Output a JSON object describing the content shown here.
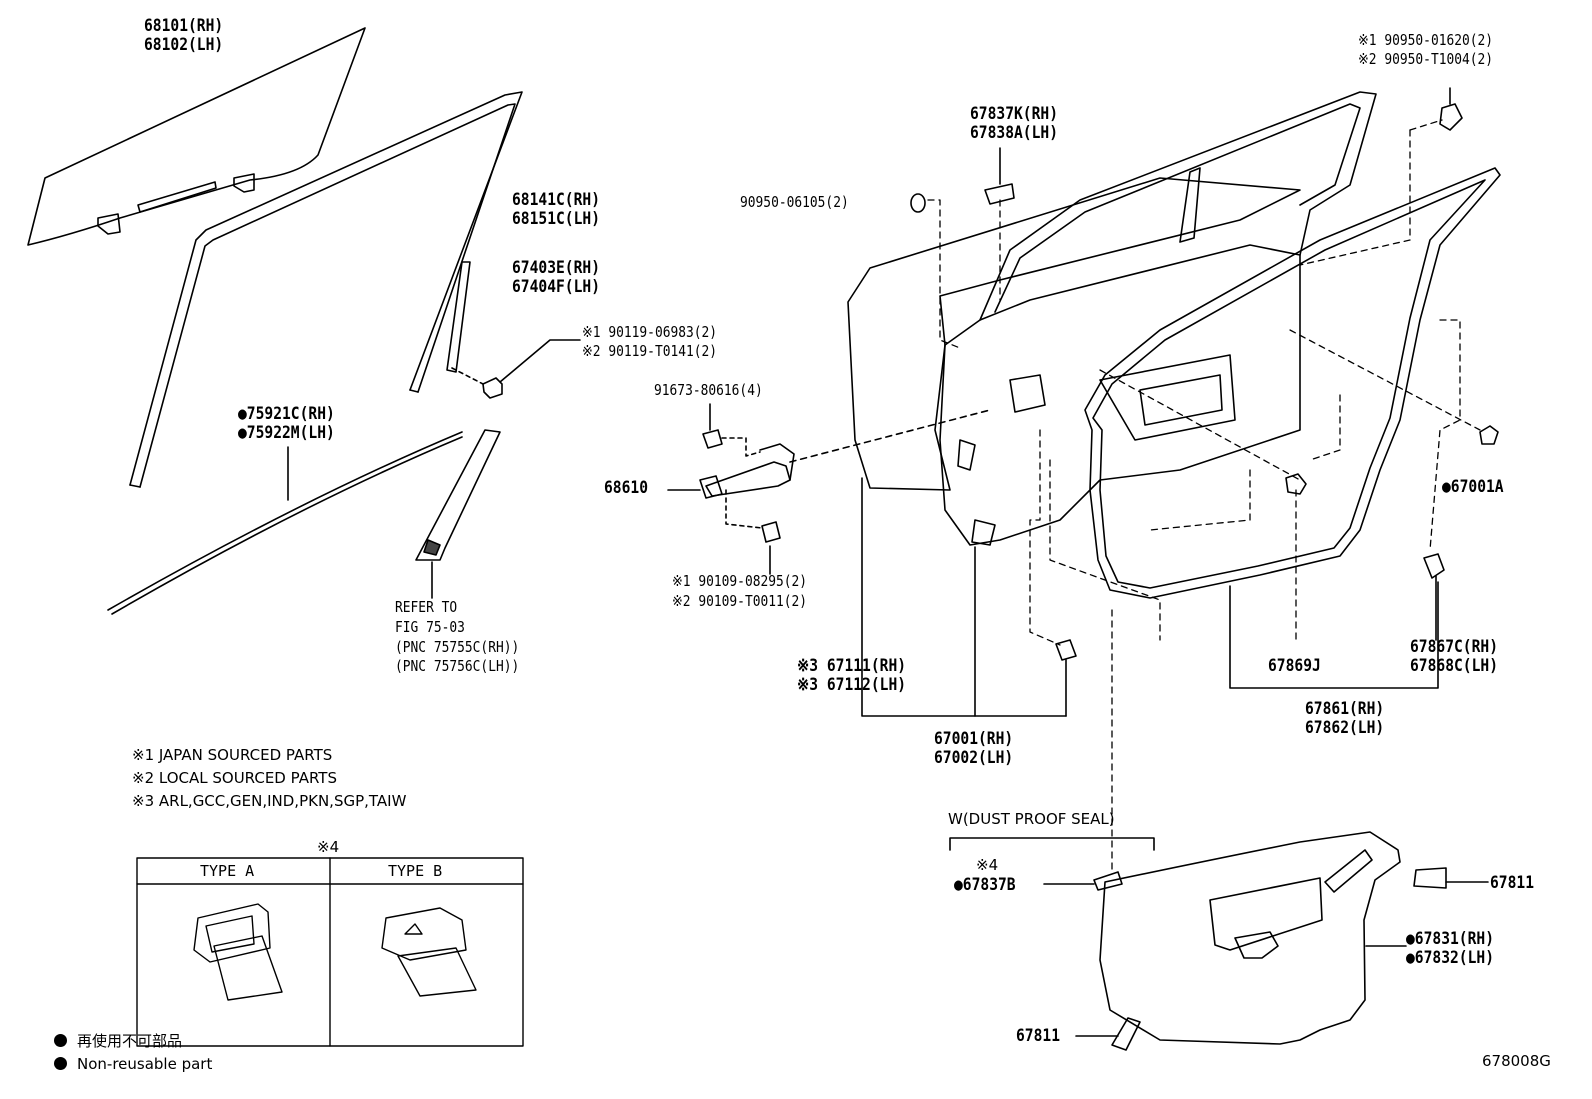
{
  "labels": {
    "glass": [
      "68101(RH)",
      "68102(LH)"
    ],
    "run_channel": [
      "68141C(RH)",
      "68151C(LH)"
    ],
    "rear_channel": [
      "67403E(RH)",
      "67404F(LH)"
    ],
    "channel_bolt": [
      "※1 90119-06983(2)",
      "※2 90119-T0141(2)"
    ],
    "belt_moulding": [
      "●75921C(RH)",
      "●75922M(LH)"
    ],
    "refer": [
      "REFER TO",
      "FIG 75-03",
      "(PNC 75755C(RH))",
      "(PNC 75756C(LH))"
    ],
    "check_bolt": "91673-80616(4)",
    "door_check": "68610",
    "check_bolt2": [
      "※1  90109-08295(2)",
      "※2  90109-T0011(2)"
    ],
    "hole_plug": "90950-06105(2)",
    "lock_bracket": [
      "67837K(RH)",
      "67838A(LH)"
    ],
    "plug_top": [
      "※1 90950-01620(2)",
      "※2 90950-T1004(2)"
    ],
    "clip_right": "●67001A",
    "clip_mid": "67869J",
    "clip_lower": [
      "67867C(RH)",
      "67868C(LH)"
    ],
    "weatherstrip": [
      "67861(RH)",
      "67862(LH)"
    ],
    "door_panel": [
      "※3 67111(RH)",
      "※3 67112(LH)"
    ],
    "door_assy": [
      "67001(RH)",
      "67002(LH)"
    ],
    "dust_seal_title": "W(DUST PROOF SEAL)",
    "seal_clip": [
      "※4",
      "●67837B"
    ],
    "seal_tape_top": "67811",
    "seal_tape_bottom": "67811",
    "seal": [
      "●67831(RH)",
      "●67832(LH)"
    ]
  },
  "notes": [
    "※1 JAPAN SOURCED PARTS",
    "※2 LOCAL SOURCED PARTS",
    "※3 ARL,GCC,GEN,IND,PKN,SGP,TAIW"
  ],
  "type_table": {
    "mark": "※4",
    "type_a": "TYPE  A",
    "type_b": "TYPE  B"
  },
  "legend": [
    "再使用不可部品",
    "Non-reusable part"
  ],
  "figure_number": "678008G"
}
